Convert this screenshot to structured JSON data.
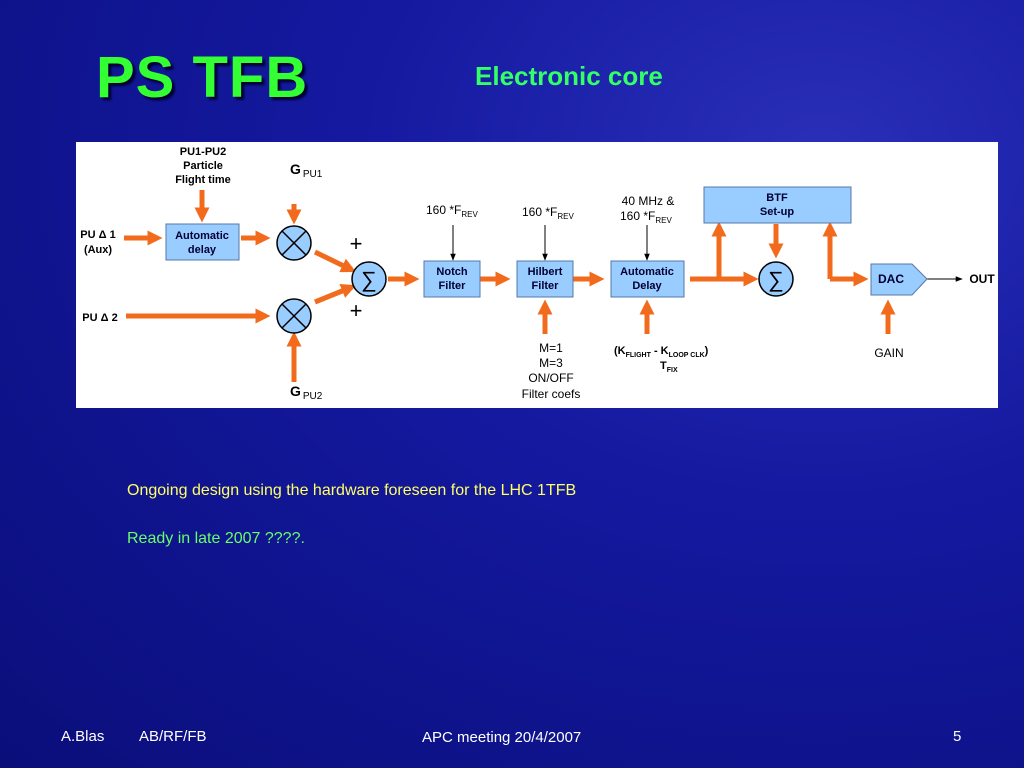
{
  "slide": {
    "title": "PS TFB",
    "subtitle": "Electronic core",
    "notes": [
      "Ongoing design using the hardware foreseen for the LHC 1TFB",
      "Ready in late 2007 ????."
    ],
    "footer": {
      "author": "A.Blas",
      "group": "AB/RF/FB",
      "meeting": "APC meeting 20/4/2007",
      "page": "5"
    }
  },
  "diagram": {
    "inputs": {
      "pu1": [
        "PU Δ 1",
        "(Aux)"
      ],
      "pu2": "PU Δ 2",
      "flight_time": [
        "PU1-PU2",
        "Particle",
        "Flight time"
      ],
      "gpu1": {
        "main": "G",
        "sub": "PU1"
      },
      "gpu2": {
        "main": "G",
        "sub": "PU2"
      },
      "plus": "+",
      "sigma": "∑"
    },
    "blocks": {
      "auto_delay_1": [
        "Automatic",
        "delay"
      ],
      "notch_filter": [
        "Notch",
        "Filter"
      ],
      "hilbert_filter": [
        "Hilbert",
        "Filter"
      ],
      "auto_delay_2": [
        "Automatic",
        "Delay"
      ],
      "btf": [
        "BTF",
        "Set-up"
      ],
      "dac": "DAC"
    },
    "labels": {
      "notch_clock": {
        "main": "160 *F",
        "sub": "REV"
      },
      "hilbert_clock": {
        "main": "160 *F",
        "sub": "REV"
      },
      "delay_clock_line1": "40 MHz &",
      "delay_clock": {
        "main": "160 *F",
        "sub": "REV"
      },
      "hilbert_params": [
        "M=1",
        "M=3",
        "ON/OFF",
        "Filter coefs"
      ],
      "delay_formula": {
        "open": "(K",
        "sub1": "FLIGHT",
        "minus": " - K",
        "sub2": "LOOP CLK",
        "close": ")",
        "t": "T",
        "sub3": "FIX"
      },
      "gain": "GAIN",
      "out": "OUT"
    }
  }
}
